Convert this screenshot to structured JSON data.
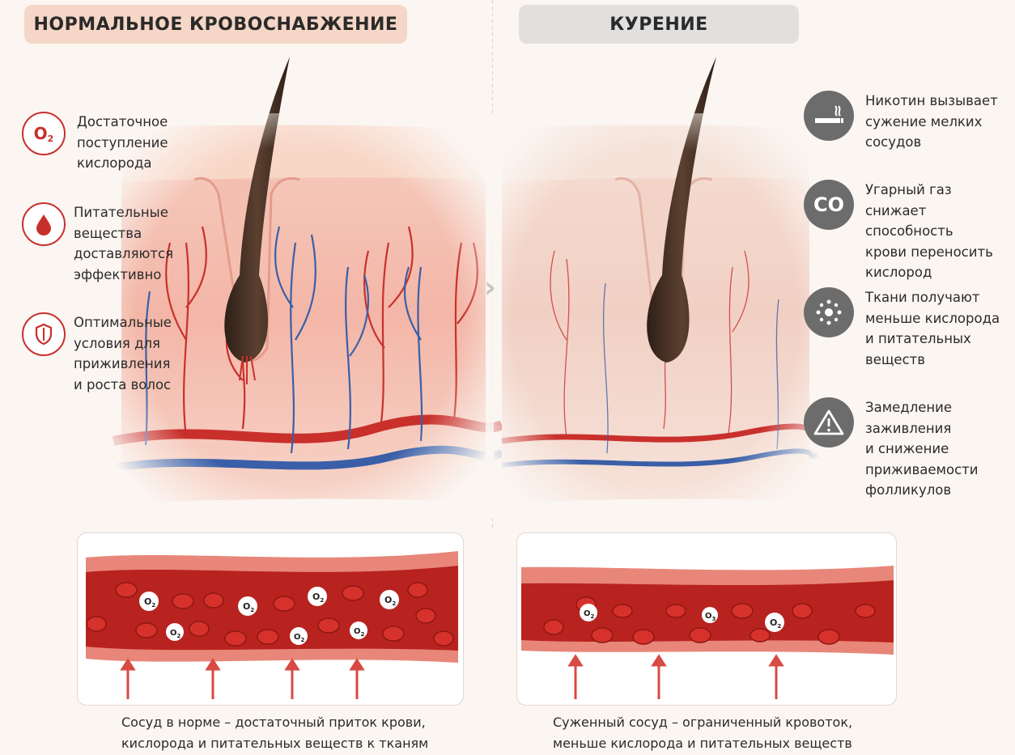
{
  "header": {
    "left_title": "НОРМАЛЬНОЕ КРОВОСНАБЖЕНИЕ",
    "right_title": "КУРЕНИЕ"
  },
  "left_features": [
    {
      "icon": "o2-icon",
      "icon_text": "O",
      "icon_sub": "2",
      "text": "Достаточное\nпоступление\nкислорода"
    },
    {
      "icon": "blood-drop-icon",
      "text": "Питательные\nвещества\nдоставляются\nэффективно"
    },
    {
      "icon": "shield-icon",
      "text": "Оптимальные\nусловия для\nприживления\nи роста волос"
    }
  ],
  "right_features": [
    {
      "icon": "cigarette-icon",
      "text": "Никотин вызывает\nсужение мелких\nсосудов"
    },
    {
      "icon": "co-icon",
      "icon_text": "CO",
      "text": "Угарный газ\nснижает способность\nкрови переносить\nкислород"
    },
    {
      "icon": "dots-icon",
      "text": "Ткани получают\nменьше кислорода\nи питательных\nвеществ"
    },
    {
      "icon": "warning-icon",
      "text": "Замедление\nзаживления\nи снижение\nприживаемости\nфолликулов"
    }
  ],
  "captions": {
    "left": "Сосуд в норме – достаточный приток крови,\nкислорода и питательных веществ к тканям",
    "right": "Суженный сосуд – ограниченный кровоток,\nменьше кислорода и питательных веществ"
  },
  "vessel_labels": {
    "o2_main": "O",
    "o2_sub": "2",
    "o3_sub": "3"
  },
  "colors": {
    "accent_red": "#c8302b",
    "icon_gray": "#6c6c6c",
    "artery": "#c9302c",
    "vein": "#3a5fa8",
    "skin": "#f2b3a4"
  }
}
